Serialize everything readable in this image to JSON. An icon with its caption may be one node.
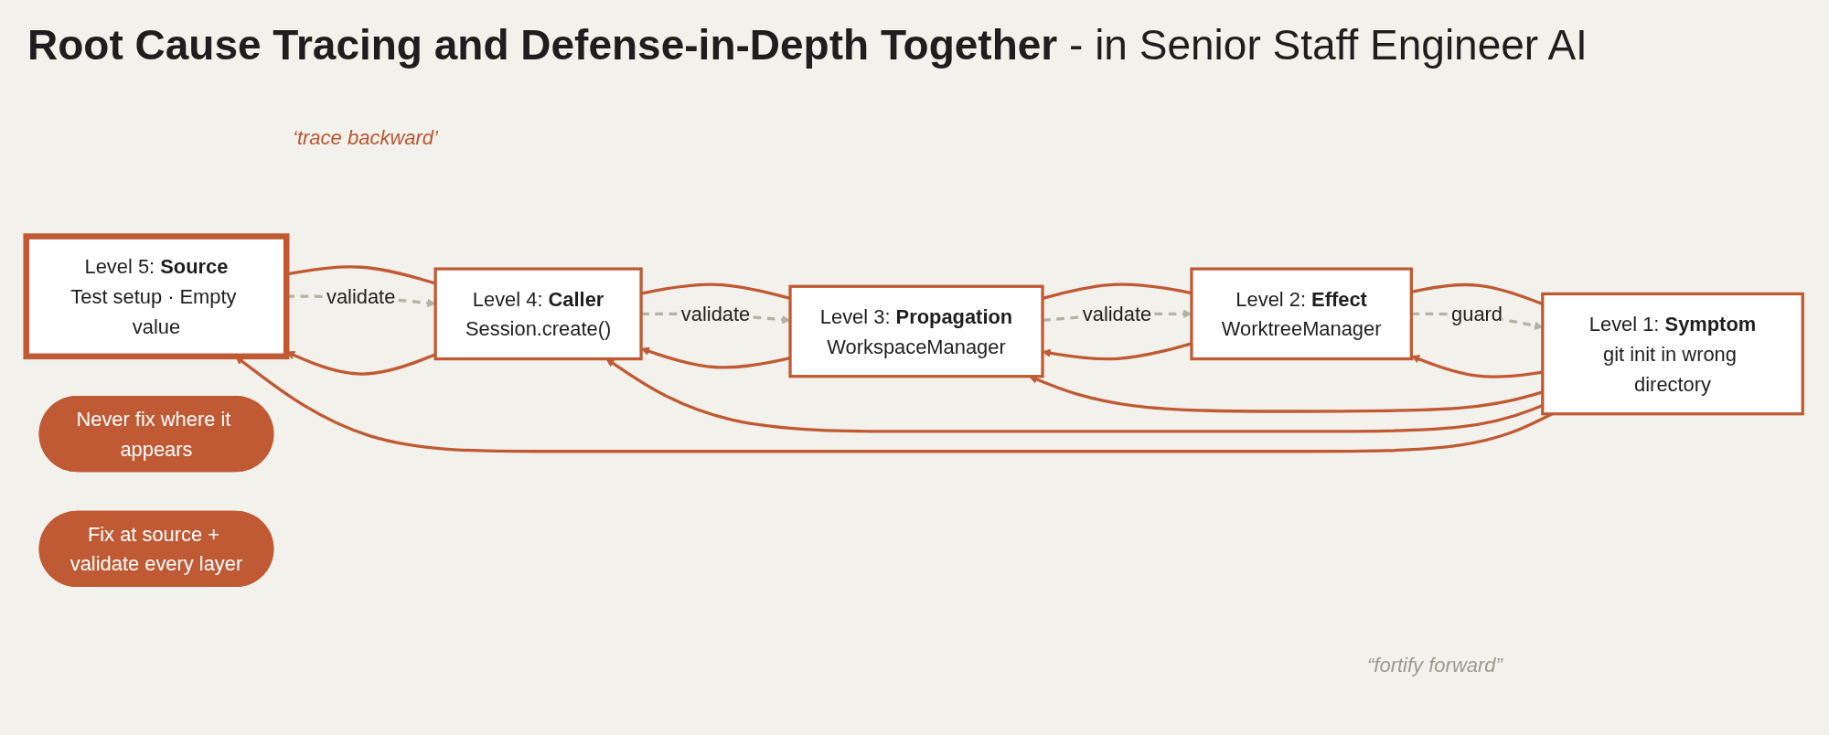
{
  "diagram": {
    "title": "**Root Cause Tracing and Defense-in-Depth Together** - in Senior Staff Engineer AI",
    "nodes": [
      {
        "text": [
          "Level 5: **Source**",
          "Test setup · Empty value"
        ]
      },
      {
        "text": [
          "Level 4: **Caller**",
          "Session.create()"
        ]
      },
      {
        "text": [
          "Level 3: **Propagation**",
          "WorkspaceManager"
        ]
      },
      {
        "text": [
          "Level 2: **Effect**",
          "WorktreeManager"
        ]
      },
      {
        "text": [
          "Level 1: **Symptom**",
          "git init in wrong directory"
        ]
      },
      {
        "text": [
          "Never fix where it appears"
        ]
      },
      {
        "text": [
          "Fix at source + validate every layer"
        ]
      }
    ],
    "edges": [
      {
        "from": 4,
        "to": 0,
        "arrow": "to"
      },
      {
        "from": 4,
        "to": 1,
        "arrow": "to"
      },
      {
        "from": 4,
        "to": 2,
        "arrow": "to"
      },
      {
        "from": 4,
        "to": 3,
        "arrow": "to"
      },
      {
        "from": 1,
        "to": 0,
        "arrow": "to"
      },
      {
        "from": 2,
        "to": 1,
        "arrow": "to"
      },
      {
        "from": 3,
        "to": 2,
        "arrow": "to"
      },
      {
        "from": 0,
        "to": 1,
        "arrow": "none"
      },
      {
        "from": 1,
        "to": 2,
        "arrow": "none"
      },
      {
        "from": 2,
        "to": 3,
        "arrow": "none"
      },
      {
        "from": 3,
        "to": 4,
        "arrow": "none"
      },
      {
        "from": 0,
        "to": 1,
        "arrow": "to",
        "label": "validate",
        "style": "dashed",
        "color": "#b3b3a1"
      },
      {
        "from": 1,
        "to": 2,
        "arrow": "to",
        "label": "validate",
        "style": "dashed",
        "color": "#b3b3a1"
      },
      {
        "from": 2,
        "to": 3,
        "arrow": "to",
        "label": "validate",
        "style": "dashed",
        "color": "#b3b3a1"
      },
      {
        "from": 3,
        "to": 4,
        "arrow": "to",
        "label": "guard",
        "style": "dashed",
        "color": "#b3b3a1"
      }
    ],
    "labels": [
      "‘trace backward’",
      "“fortify forward”"
    ]
  }
}
